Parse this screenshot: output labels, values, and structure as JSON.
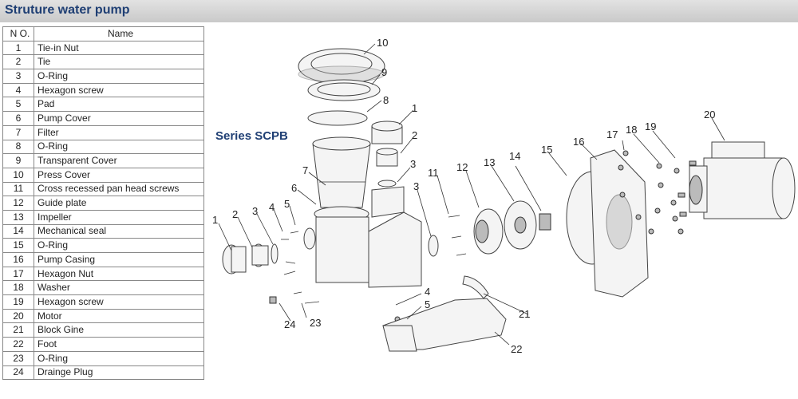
{
  "page_title": "Struture water pump",
  "series_label": "Series SCPB",
  "table": {
    "col_no": "N O.",
    "col_name": "Name",
    "rows": [
      {
        "no": "1",
        "name": "Tie-in Nut"
      },
      {
        "no": "2",
        "name": "Tie"
      },
      {
        "no": "3",
        "name": "O-Ring"
      },
      {
        "no": "4",
        "name": "Hexagon screw"
      },
      {
        "no": "5",
        "name": "Pad"
      },
      {
        "no": "6",
        "name": "Pump Cover"
      },
      {
        "no": "7",
        "name": "Filter"
      },
      {
        "no": "8",
        "name": "O-Ring"
      },
      {
        "no": "9",
        "name": "Transparent Cover"
      },
      {
        "no": "10",
        "name": "Press Cover"
      },
      {
        "no": "11",
        "name": "Cross recessed pan head screws"
      },
      {
        "no": "12",
        "name": "Guide plate"
      },
      {
        "no": "13",
        "name": "Impeller"
      },
      {
        "no": "14",
        "name": "Mechanical seal"
      },
      {
        "no": "15",
        "name": "O-Ring"
      },
      {
        "no": "16",
        "name": "Pump Casing"
      },
      {
        "no": "17",
        "name": "Hexagon Nut"
      },
      {
        "no": "18",
        "name": "Washer"
      },
      {
        "no": "19",
        "name": "Hexagon screw"
      },
      {
        "no": "20",
        "name": "Motor"
      },
      {
        "no": "21",
        "name": "Block Gine"
      },
      {
        "no": "22",
        "name": "Foot"
      },
      {
        "no": "23",
        "name": "O-Ring"
      },
      {
        "no": "24",
        "name": "Drainge Plug"
      }
    ]
  },
  "callouts": {
    "c1a": "1",
    "c1b": "1",
    "c2a": "2",
    "c2b": "2",
    "c3a": "3",
    "c3b": "3",
    "c3c": "3",
    "c4a": "4",
    "c4b": "4",
    "c5a": "5",
    "c5b": "5",
    "c6": "6",
    "c7": "7",
    "c8": "8",
    "c9": "9",
    "c10": "10",
    "c11": "11",
    "c12": "12",
    "c13": "13",
    "c14": "14",
    "c15": "15",
    "c16": "16",
    "c17": "17",
    "c18": "18",
    "c19": "19",
    "c20": "20",
    "c21": "21",
    "c22": "22",
    "c23": "23",
    "c24": "24"
  }
}
